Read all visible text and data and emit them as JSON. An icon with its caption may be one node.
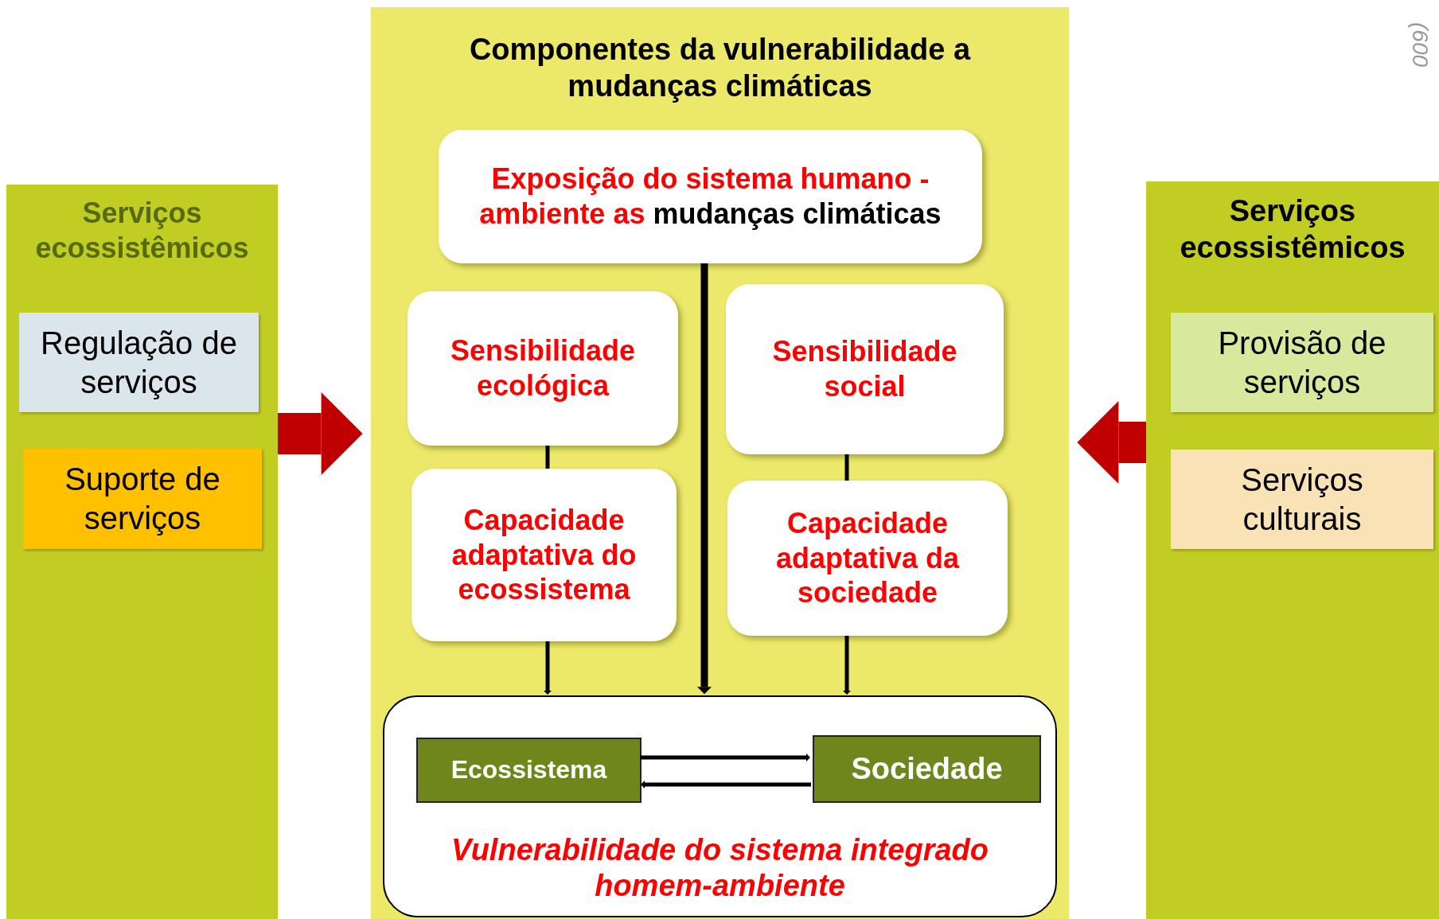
{
  "diagram": {
    "nodes": [
      {
        "text": [
          "Serviços ecossistêmicos"
        ]
      },
      {
        "text": [
          "Regulação de serviços"
        ],
        "in": 0
      },
      {
        "text": [
          "Suporte de serviços"
        ],
        "in": 0
      },
      {
        "text": [
          "Componentes da vulnerabilidade a mudanças climáticas"
        ]
      },
      {
        "text": [
          "Exposição do sistema humano - ambiente as",
          "mudanças climáticas"
        ],
        "in": 3
      },
      {
        "text": [
          "Sensibilidade ecológica"
        ],
        "in": 3
      },
      {
        "text": [
          "Sensibilidade social"
        ],
        "in": 3
      },
      {
        "text": [
          "Capacidade adaptativa do ecossistema"
        ],
        "in": 3
      },
      {
        "text": [
          "Capacidade adaptativa da sociedade"
        ],
        "in": 3
      },
      {
        "text": [
          "Vulnerabilidade do sistema integrado homem-ambiente"
        ],
        "in": 3
      },
      {
        "text": [
          "Ecossistema"
        ],
        "in": 9
      },
      {
        "text": [
          "Sociedade"
        ],
        "in": 9
      },
      {
        "text": [
          "Serviços ecossistêmicos"
        ]
      },
      {
        "text": [
          "Provisão de serviços"
        ],
        "in": 12
      },
      {
        "text": [
          "Serviços culturais"
        ],
        "in": 12
      }
    ],
    "edges": [
      {
        "from": 0,
        "to": 3,
        "arrow": "to",
        "style": "thick",
        "color": "#c00000"
      },
      {
        "from": 12,
        "to": 3,
        "arrow": "to",
        "style": "thick",
        "color": "#c00000"
      },
      {
        "from": 4,
        "to": 9,
        "arrow": "to",
        "style": "thick"
      },
      {
        "from": 5,
        "to": 7,
        "arrow": "none"
      },
      {
        "from": 7,
        "to": 9,
        "arrow": "to"
      },
      {
        "from": 6,
        "to": 8,
        "arrow": "none"
      },
      {
        "from": 8,
        "to": 9,
        "arrow": "to"
      },
      {
        "from": 10,
        "to": 11,
        "arrow": "to"
      },
      {
        "from": 11,
        "to": 10,
        "arrow": "to"
      }
    ],
    "labels": [
      "(600"
    ]
  }
}
